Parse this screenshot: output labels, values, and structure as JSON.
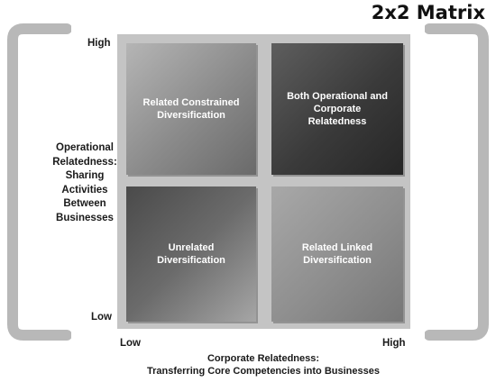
{
  "title": "2x2 Matrix",
  "y_axis": {
    "high": "High",
    "low": "Low",
    "label_lines": [
      "Operational",
      "Relatedness:",
      "Sharing",
      "Activities",
      "Between",
      "Businesses"
    ]
  },
  "x_axis": {
    "low": "Low",
    "high": "High",
    "label_line1": "Corporate Relatedness:",
    "label_line2": "Transferring Core Competencies into Businesses"
  },
  "quadrants": {
    "top_left": [
      "Related Constrained",
      "Diversification"
    ],
    "top_right": [
      "Both Operational and",
      "Corporate Relatedness"
    ],
    "bottom_left": [
      "Unrelated",
      "Diversification"
    ],
    "bottom_right": [
      "Related Linked",
      "Diversification"
    ]
  },
  "colors": {
    "bracket": "#b8b8b8",
    "matrix_background": "#c4c4c4",
    "text_on_cells": "#ffffff"
  }
}
